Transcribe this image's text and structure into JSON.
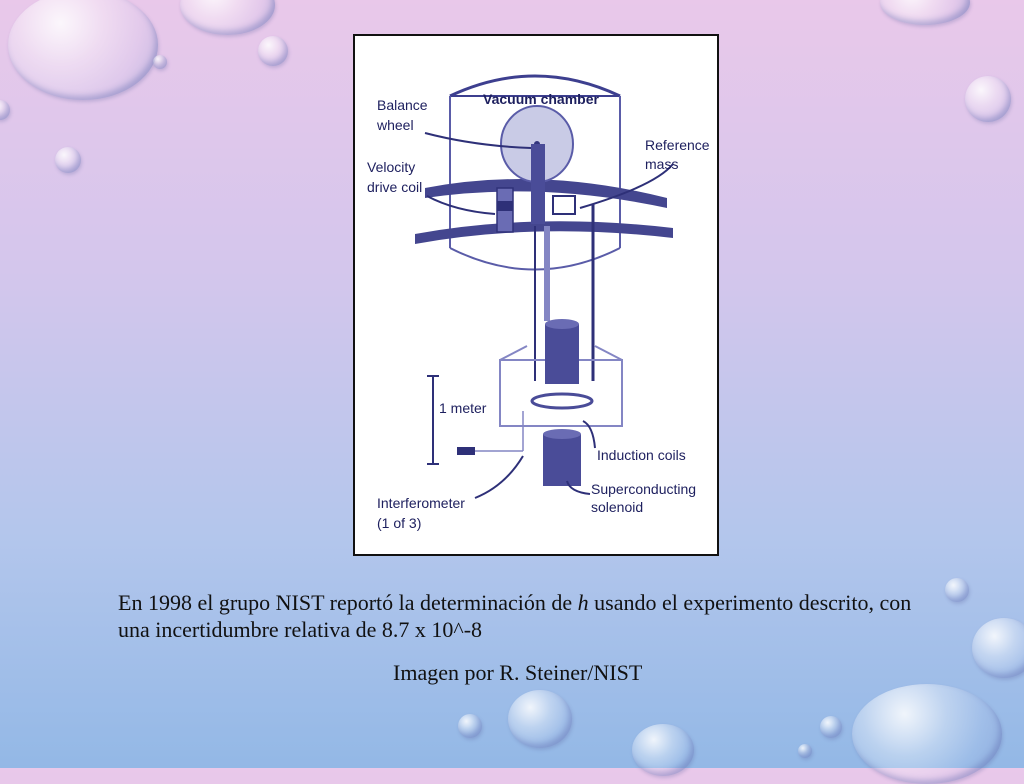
{
  "figure": {
    "labels": {
      "vacuum_chamber": "Vacuum chamber",
      "balance_wheel_1": "Balance",
      "balance_wheel_2": "wheel",
      "velocity_coil_1": "Velocity",
      "velocity_coil_2": "drive coil",
      "reference_mass_1": "Reference",
      "reference_mass_2": "mass",
      "one_meter": "1 meter",
      "induction_coils": "Induction coils",
      "interferometer_1": "Interferometer",
      "interferometer_2": "(1 of 3)",
      "superconducting_1": "Superconducting",
      "superconducting_2": "solenoid"
    }
  },
  "caption": {
    "before_h": "En 1998 el grupo NIST reportó la determinación de ",
    "h": "h",
    "after_h": " usando el experimento descrito, con una incertidumbre relativa de 8.7 x 10^-8"
  },
  "credit": "Imagen por R. Steiner/NIST"
}
